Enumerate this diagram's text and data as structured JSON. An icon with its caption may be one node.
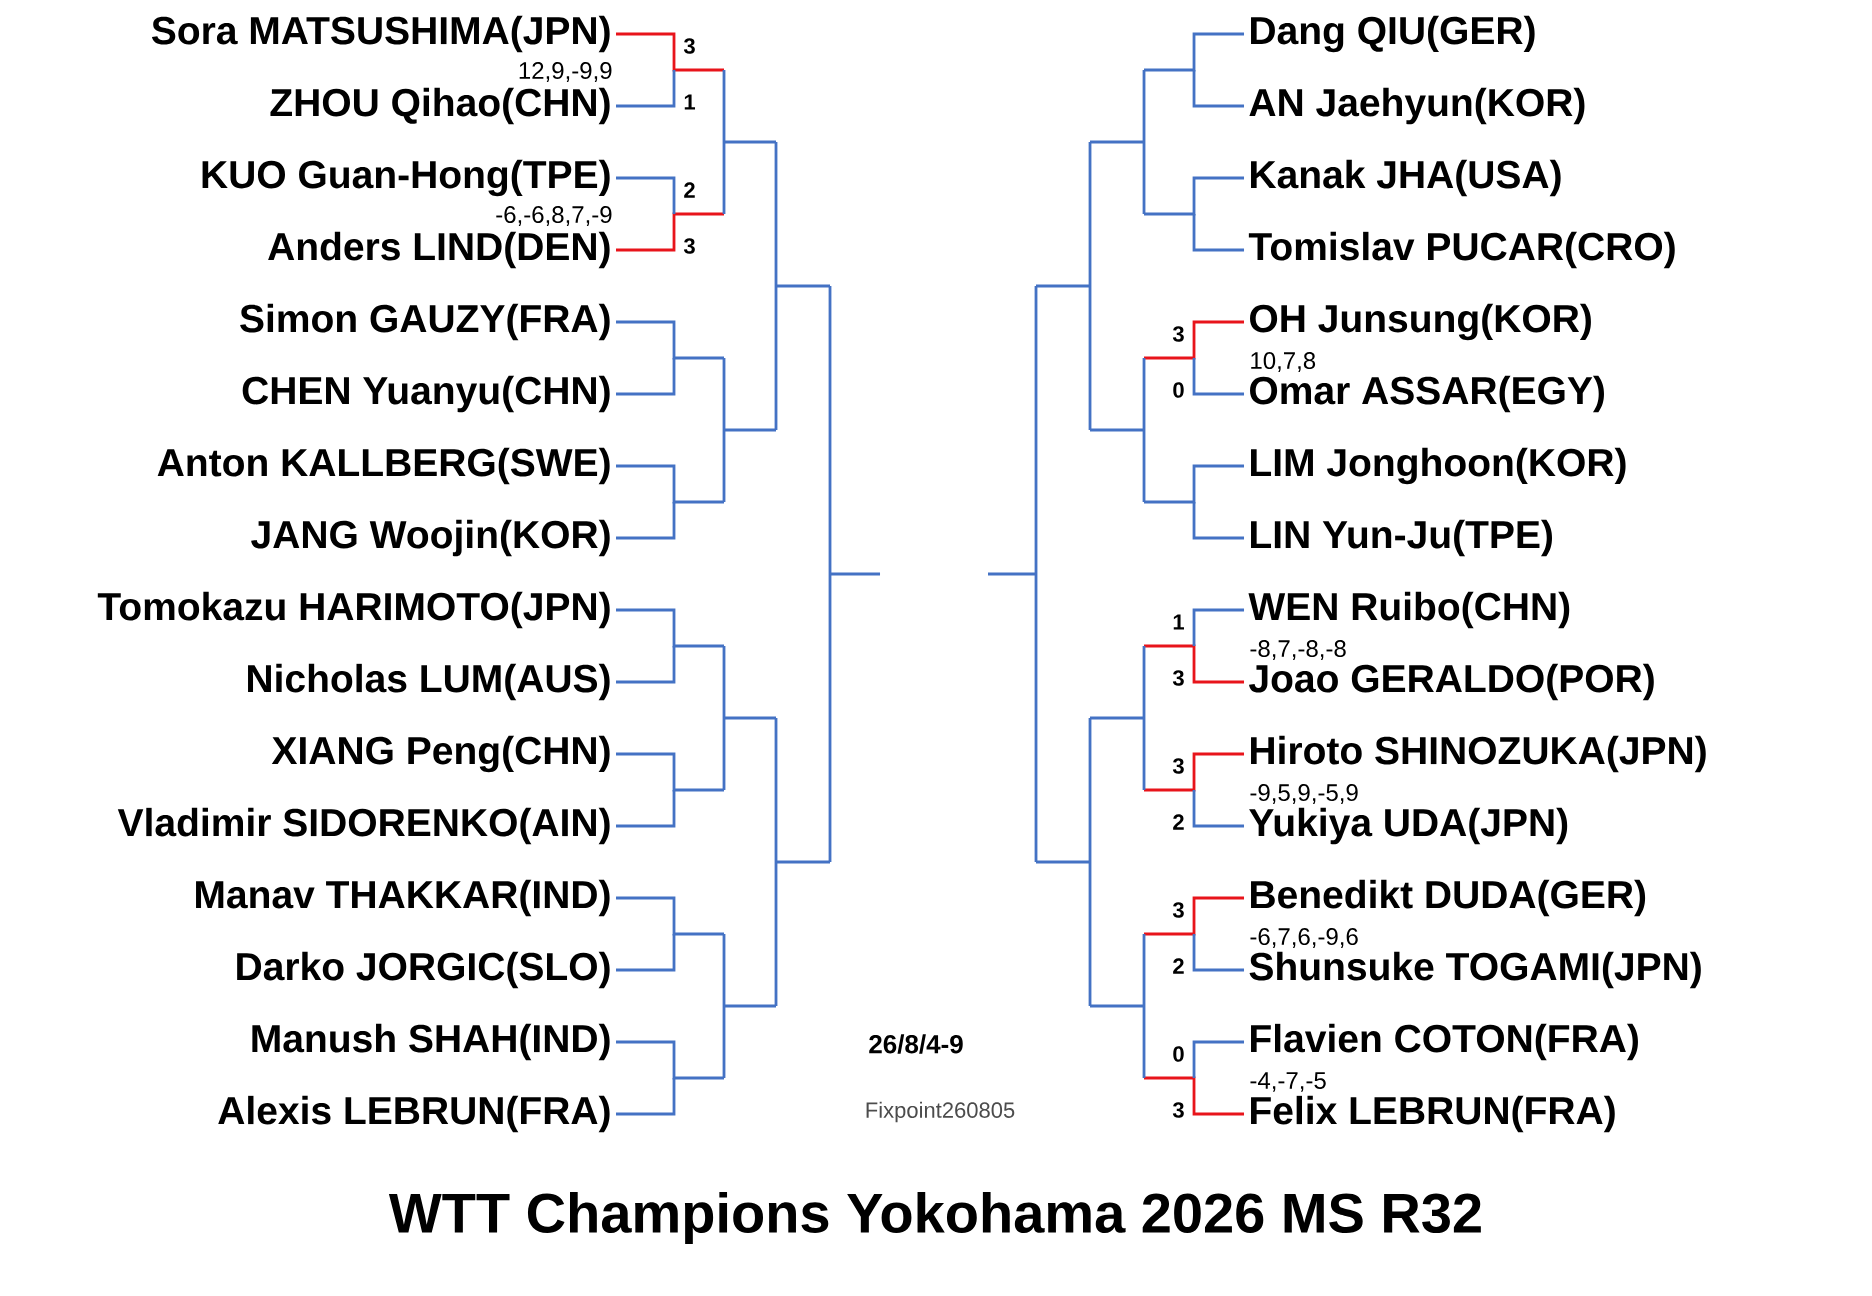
{
  "diagram": {
    "title": "WTT Champions Yokohama 2026 MS R32",
    "nodes": [
      {
        "text": [
          "Sora MATSUSHIMA(JPN)"
        ],
        "beside": [
          "3"
        ]
      },
      {
        "text": [
          "ZHOU Qihao(CHN)"
        ],
        "beside": [
          "1"
        ]
      },
      {
        "text": [
          "KUO Guan-Hong(TPE)"
        ],
        "beside": [
          "2"
        ]
      },
      {
        "text": [
          "Anders LIND(DEN)"
        ],
        "beside": [
          "3"
        ]
      },
      {
        "text": [
          "Simon GAUZY(FRA)"
        ]
      },
      {
        "text": [
          "CHEN Yuanyu(CHN)"
        ]
      },
      {
        "text": [
          "Anton KALLBERG(SWE)"
        ]
      },
      {
        "text": [
          "JANG Woojin(KOR)"
        ]
      },
      {
        "text": [
          "Tomokazu HARIMOTO(JPN)"
        ]
      },
      {
        "text": [
          "Nicholas LUM(AUS)"
        ]
      },
      {
        "text": [
          "XIANG Peng(CHN)"
        ]
      },
      {
        "text": [
          "Vladimir SIDORENKO(AIN)"
        ]
      },
      {
        "text": [
          "Manav THAKKAR(IND)"
        ]
      },
      {
        "text": [
          "Darko JORGIC(SLO)"
        ]
      },
      {
        "text": [
          "Manush SHAH(IND)"
        ]
      },
      {
        "text": [
          "Alexis LEBRUN(FRA)"
        ]
      },
      {
        "text": [
          "Dang QIU(GER)"
        ]
      },
      {
        "text": [
          "AN Jaehyun(KOR)"
        ]
      },
      {
        "text": [
          "Kanak JHA(USA)"
        ]
      },
      {
        "text": [
          "Tomislav PUCAR(CRO)"
        ]
      },
      {
        "text": [
          "OH Junsung(KOR)"
        ],
        "beside": [
          "3"
        ]
      },
      {
        "text": [
          "Omar ASSAR(EGY)"
        ],
        "beside": [
          "0"
        ]
      },
      {
        "text": [
          "LIM Jonghoon(KOR)"
        ]
      },
      {
        "text": [
          "LIN Yun-Ju(TPE)"
        ]
      },
      {
        "text": [
          "WEN Ruibo(CHN)"
        ],
        "beside": [
          "1"
        ]
      },
      {
        "text": [
          "Joao GERALDO(POR)"
        ],
        "beside": [
          "3"
        ]
      },
      {
        "text": [
          "Hiroto SHINOZUKA(JPN)"
        ],
        "beside": [
          "3"
        ]
      },
      {
        "text": [
          "Yukiya UDA(JPN)"
        ],
        "beside": [
          "2"
        ]
      },
      {
        "text": [
          "Benedikt DUDA(GER)"
        ],
        "beside": [
          "3"
        ]
      },
      {
        "text": [
          "Shunsuke TOGAMI(JPN)"
        ],
        "beside": [
          "2"
        ]
      },
      {
        "text": [
          "Flavien COTON(FRA)"
        ],
        "beside": [
          "0"
        ]
      },
      {
        "text": [
          "Felix LEBRUN(FRA)"
        ],
        "beside": [
          "3"
        ]
      }
    ],
    "edges": [
      {
        "from": 0,
        "to": 1,
        "arrow": "none",
        "color": "#e8141b"
      },
      {
        "from": 3,
        "to": 2,
        "arrow": "none",
        "color": "#e8141b"
      },
      {
        "from": 4,
        "to": 5,
        "arrow": "none"
      },
      {
        "from": 6,
        "to": 7,
        "arrow": "none"
      },
      {
        "from": 8,
        "to": 9,
        "arrow": "none"
      },
      {
        "from": 10,
        "to": 11,
        "arrow": "none"
      },
      {
        "from": 12,
        "to": 13,
        "arrow": "none"
      },
      {
        "from": 14,
        "to": 15,
        "arrow": "none"
      },
      {
        "from": 16,
        "to": 17,
        "arrow": "none"
      },
      {
        "from": 18,
        "to": 19,
        "arrow": "none"
      },
      {
        "from": 20,
        "to": 21,
        "arrow": "none",
        "color": "#e8141b"
      },
      {
        "from": 22,
        "to": 23,
        "arrow": "none"
      },
      {
        "from": 25,
        "to": 24,
        "arrow": "none",
        "color": "#e8141b"
      },
      {
        "from": 26,
        "to": 27,
        "arrow": "none",
        "color": "#e8141b"
      },
      {
        "from": 28,
        "to": 29,
        "arrow": "none",
        "color": "#e8141b"
      },
      {
        "from": 31,
        "to": 30,
        "arrow": "none",
        "color": "#e8141b"
      }
    ],
    "labels": [
      "12,9,-9,9",
      "-6,-6,8,7,-9",
      "10,7,8",
      "-8,7,-8,-8",
      "-9,5,9,-5,9",
      "-6,7,6,-9,6",
      "-4,-7,-5",
      "26/8/4-9",
      "Fixpoint260805"
    ]
  }
}
